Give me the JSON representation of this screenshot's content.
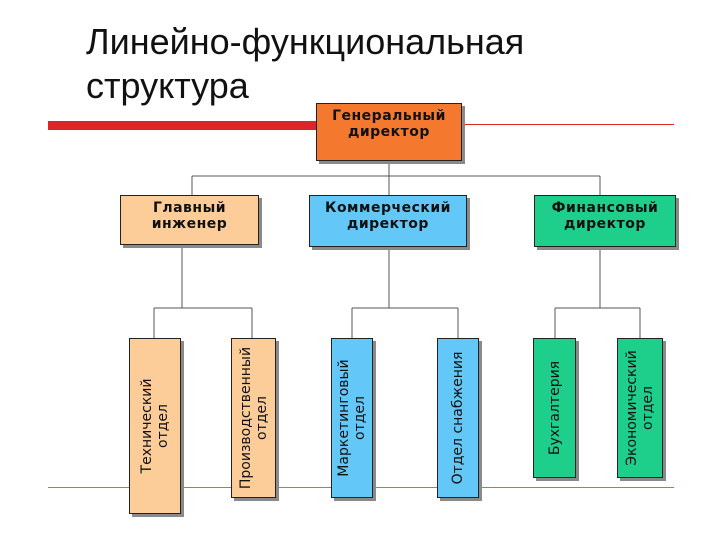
{
  "title": "Линейно-функциональная\nструктура",
  "colors": {
    "general": "#f4792f",
    "engineer": "#fccc99",
    "commercial": "#63c8f7",
    "financial": "#1ecf8c",
    "rule": "#d9262a"
  },
  "nodes": {
    "general": "Генеральный\nдиректор",
    "engineer": "Главный\nинженер",
    "commercial": "Коммерческий\nдиректор",
    "financial": "Финансовый\nдиректор"
  },
  "departments": {
    "technical": "Технический\nотдел",
    "production": "Производственный\nотдел",
    "marketing": "Маркетинговый\nотдел",
    "supply": "Отдел снабжения",
    "accounting": "Бухгалтерия",
    "economic": "Экономический\nотдел"
  }
}
